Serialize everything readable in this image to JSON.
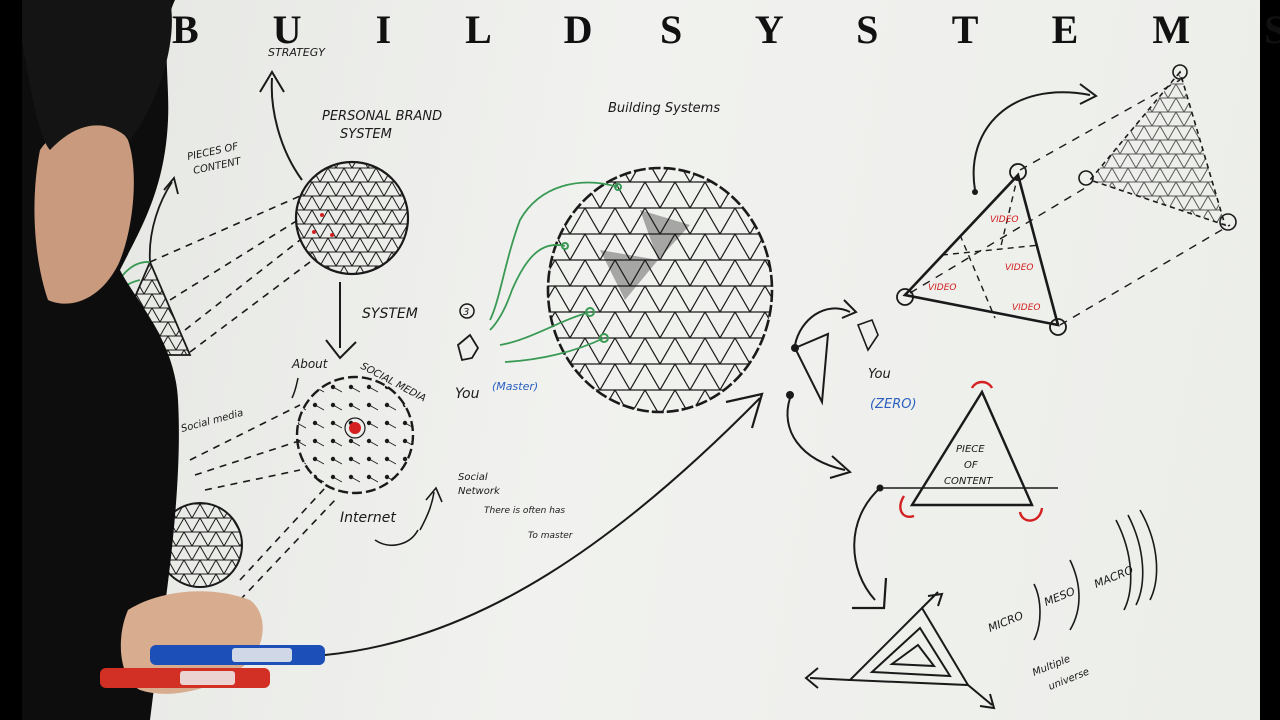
{
  "title": {
    "left": "B U I L D",
    "right": "S Y S T E M S"
  },
  "labels": {
    "strategy": "STRATEGY",
    "pieces_of_content_1": "PIECES OF",
    "pieces_of_content_2": "CONTENT",
    "personal_brand_1": "PERSONAL BRAND",
    "personal_brand_2": "SYSTEM",
    "system": "SYSTEM",
    "about": "About",
    "social_media_arc": "SOCIAL MEDIA",
    "social_media": "Social media",
    "internet": "Internet",
    "social_network_1": "Social",
    "social_network_2": "Network",
    "scribble_1": "There is often has",
    "scribble_2": "To master",
    "building_systems": "Building Systems",
    "number_3": "3",
    "you": "You",
    "master": "(Master)",
    "you_zero_1": "You",
    "you_zero_2": "(ZERO)",
    "video": "VIDEO",
    "piece_of_content_1": "PIECE",
    "piece_of_content_2": "OF",
    "piece_of_content_3": "CONTENT",
    "micro": "MICRO",
    "meso": "MESO",
    "macro": "MACRO",
    "multiple": "Multiple",
    "universe": "universe"
  },
  "colors": {
    "ink": "#1a1a1a",
    "green": "#3a9a55",
    "red": "#d42020",
    "blue": "#2a5fc0",
    "board": "#eceeea"
  }
}
